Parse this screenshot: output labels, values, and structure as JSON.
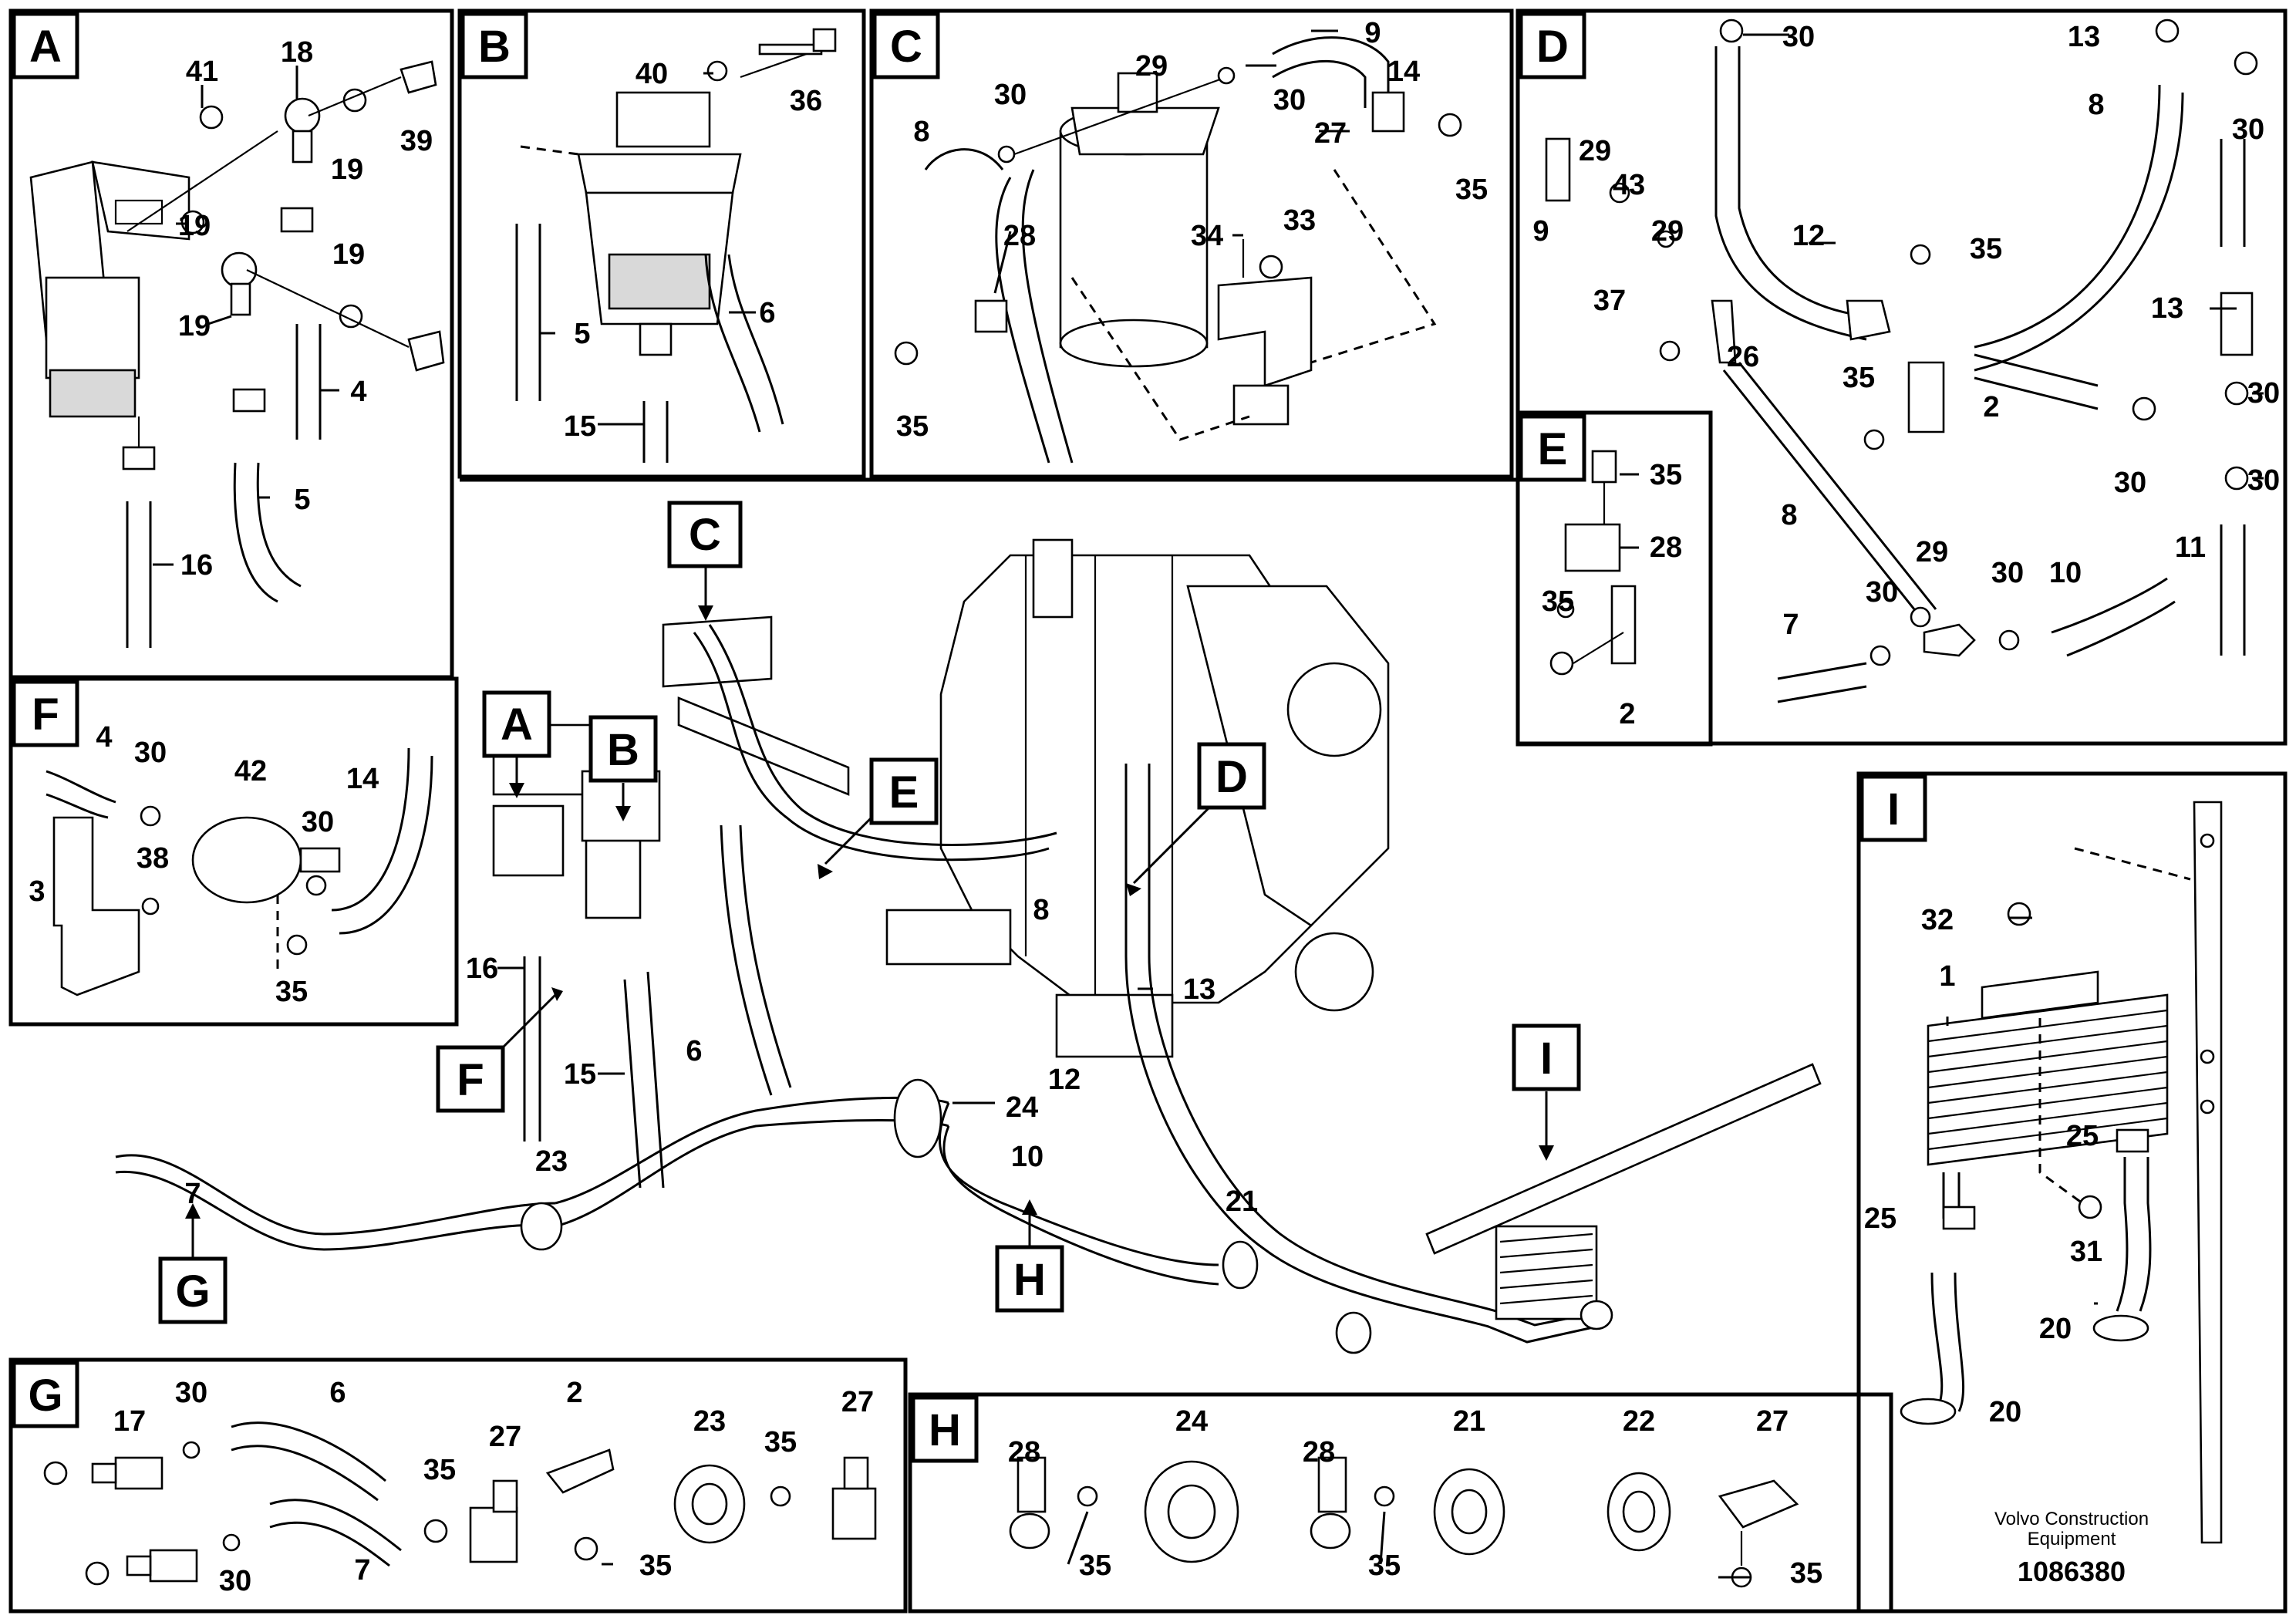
{
  "panels": {
    "A": {
      "letter": "A",
      "callouts": [
        "41",
        "18",
        "19",
        "39",
        "19",
        "19",
        "19",
        "4",
        "5",
        "16"
      ]
    },
    "B": {
      "letter": "B",
      "callouts": [
        "40",
        "36",
        "5",
        "6",
        "15"
      ]
    },
    "C": {
      "letter": "C",
      "callouts": [
        "29",
        "9",
        "14",
        "30",
        "30",
        "27",
        "35",
        "8",
        "28",
        "34",
        "33",
        "35"
      ]
    },
    "D": {
      "letter": "D",
      "callouts": [
        "30",
        "13",
        "8",
        "30",
        "29",
        "43",
        "29",
        "12",
        "35",
        "9",
        "37",
        "26",
        "35",
        "2",
        "13",
        "30",
        "30",
        "30",
        "8",
        "29",
        "30",
        "10",
        "11",
        "7",
        "30"
      ]
    },
    "E": {
      "letter": "E",
      "callouts": [
        "35",
        "28",
        "35",
        "2"
      ]
    },
    "F": {
      "letter": "F",
      "callouts": [
        "4",
        "30",
        "42",
        "14",
        "30",
        "3",
        "38",
        "35"
      ]
    },
    "G": {
      "letter": "G",
      "callouts": [
        "17",
        "30",
        "6",
        "2",
        "23",
        "27",
        "35",
        "27",
        "35",
        "35",
        "30",
        "7"
      ]
    },
    "H": {
      "letter": "H",
      "callouts": [
        "28",
        "24",
        "28",
        "21",
        "22",
        "27",
        "35",
        "35",
        "35"
      ]
    },
    "I": {
      "letter": "I",
      "callouts": [
        "32",
        "1",
        "25",
        "25",
        "31",
        "20",
        "20"
      ]
    }
  },
  "overview": {
    "markers": [
      "C",
      "A",
      "B",
      "E",
      "D",
      "F",
      "I",
      "G",
      "H"
    ],
    "callouts": [
      "8",
      "13",
      "12",
      "16",
      "15",
      "6",
      "24",
      "10",
      "7",
      "23",
      "21"
    ]
  },
  "footer": {
    "company_line1": "Volvo Construction",
    "company_line2": "Equipment",
    "doc_number": "1086380"
  }
}
